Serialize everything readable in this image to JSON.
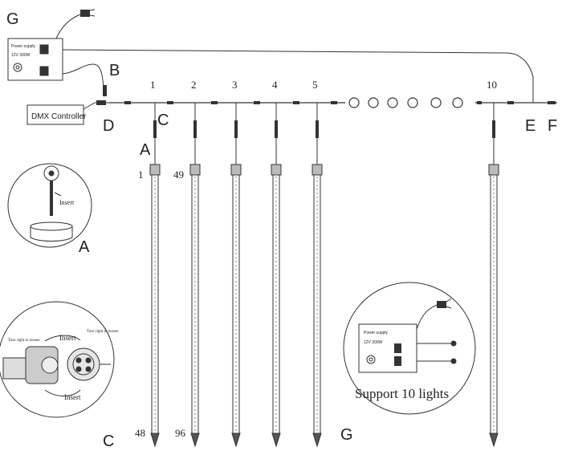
{
  "letters": {
    "g": "G",
    "b": "B",
    "c": "C",
    "d": "D",
    "e": "E",
    "f": "F",
    "a": "A"
  },
  "power_supply": {
    "title": "Power supply",
    "spec": "12V  300W"
  },
  "dmx_controller": "DMX Controller",
  "tube_numbers": [
    "1",
    "2",
    "3",
    "4",
    "5",
    "10"
  ],
  "led_index": {
    "t1_top": "1",
    "t1_bottom": "48",
    "t2_top": "49",
    "t2_bottom": "96"
  },
  "detail_a": {
    "letter": "A",
    "insert": "Insert"
  },
  "detail_c": {
    "letter": "C",
    "insert_top": "Insert",
    "insert_bottom": "Insert",
    "turn_left": "Turn right to loosen",
    "turn_right": "Turn right to loosen"
  },
  "detail_g": {
    "letter": "G",
    "title": "Power supply",
    "spec": "12V  300W",
    "caption": "Support 10 lights"
  },
  "ellipsis_circles": 6
}
